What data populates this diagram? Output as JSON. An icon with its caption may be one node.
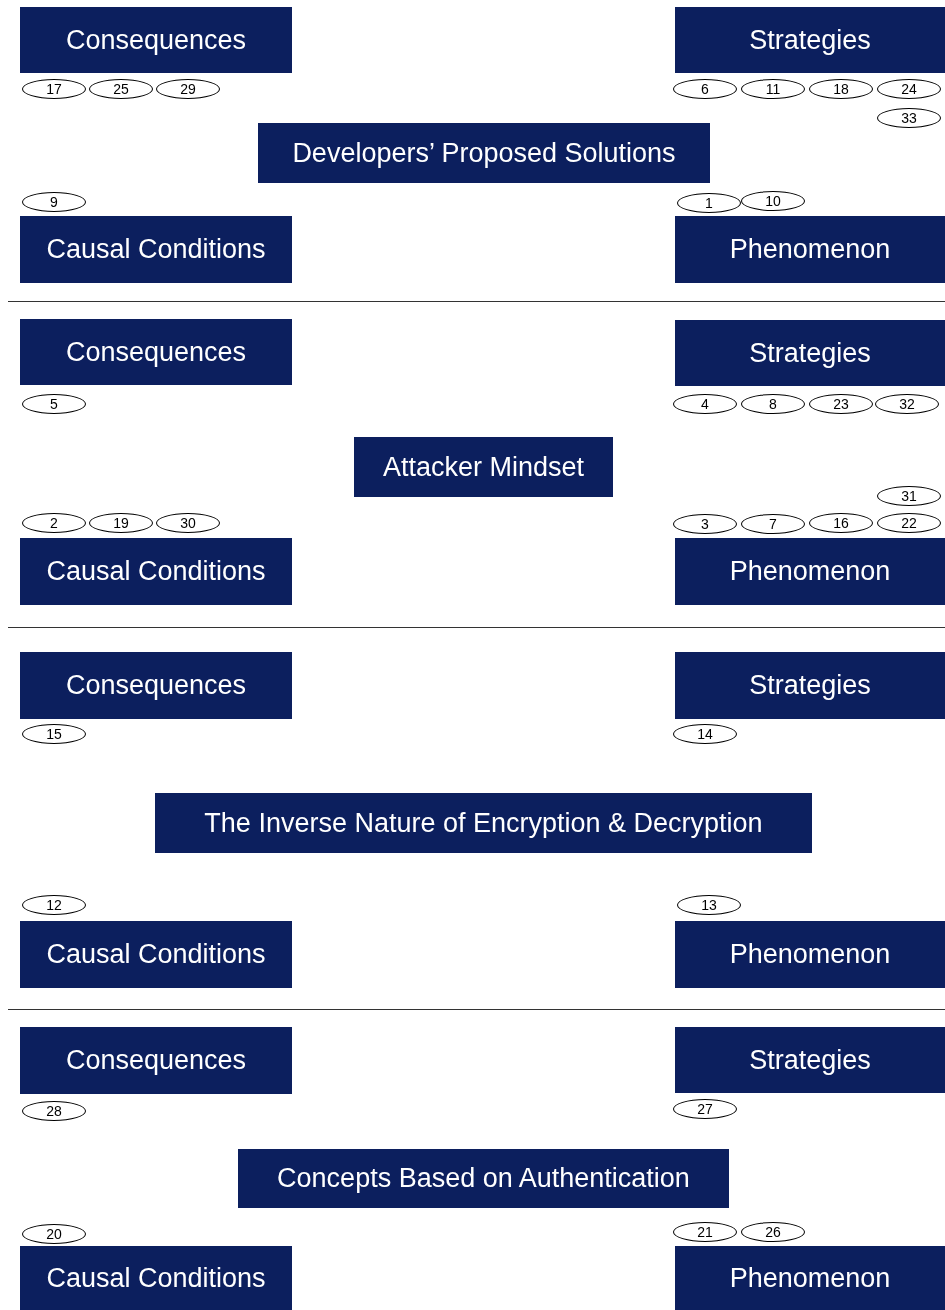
{
  "diagram": {
    "nodes": [
      {
        "text": [
          "Consequences"
        ]
      },
      {
        "text": [
          "Strategies"
        ]
      },
      {
        "text": [
          "17"
        ]
      },
      {
        "text": [
          "25"
        ]
      },
      {
        "text": [
          "29"
        ]
      },
      {
        "text": [
          "6"
        ]
      },
      {
        "text": [
          "11"
        ]
      },
      {
        "text": [
          "18"
        ]
      },
      {
        "text": [
          "24"
        ]
      },
      {
        "text": [
          "33"
        ]
      },
      {
        "text": [
          "Developers’ Proposed Solutions"
        ]
      },
      {
        "text": [
          "9"
        ]
      },
      {
        "text": [
          "1"
        ]
      },
      {
        "text": [
          "10"
        ]
      },
      {
        "text": [
          "Causal Conditions"
        ]
      },
      {
        "text": [
          "Phenomenon"
        ]
      },
      {
        "text": [
          "Consequences"
        ]
      },
      {
        "text": [
          "Strategies"
        ]
      },
      {
        "text": [
          "5"
        ]
      },
      {
        "text": [
          "4"
        ]
      },
      {
        "text": [
          "8"
        ]
      },
      {
        "text": [
          "23"
        ]
      },
      {
        "text": [
          "32"
        ]
      },
      {
        "text": [
          "Attacker Mindset"
        ]
      },
      {
        "text": [
          "31"
        ]
      },
      {
        "text": [
          "2"
        ]
      },
      {
        "text": [
          "19"
        ]
      },
      {
        "text": [
          "30"
        ]
      },
      {
        "text": [
          "3"
        ]
      },
      {
        "text": [
          "7"
        ]
      },
      {
        "text": [
          "16"
        ]
      },
      {
        "text": [
          "22"
        ]
      },
      {
        "text": [
          "Causal Conditions"
        ]
      },
      {
        "text": [
          "Phenomenon"
        ]
      },
      {
        "text": [
          "Consequences"
        ]
      },
      {
        "text": [
          "Strategies"
        ]
      },
      {
        "text": [
          "15"
        ]
      },
      {
        "text": [
          "14"
        ]
      },
      {
        "text": [
          "The Inverse Nature of Encryption & Decryption"
        ]
      },
      {
        "text": [
          "12"
        ]
      },
      {
        "text": [
          "13"
        ]
      },
      {
        "text": [
          "Causal Conditions"
        ]
      },
      {
        "text": [
          "Phenomenon"
        ]
      },
      {
        "text": [
          "Consequences"
        ]
      },
      {
        "text": [
          "Strategies"
        ]
      },
      {
        "text": [
          "28"
        ]
      },
      {
        "text": [
          "27"
        ]
      },
      {
        "text": [
          "Concepts Based on Authentication"
        ]
      },
      {
        "text": [
          "20"
        ]
      },
      {
        "text": [
          "21"
        ]
      },
      {
        "text": [
          "26"
        ]
      },
      {
        "text": [
          "Causal Conditions"
        ]
      },
      {
        "text": [
          "Phenomenon"
        ]
      }
    ],
    "edges": []
  }
}
